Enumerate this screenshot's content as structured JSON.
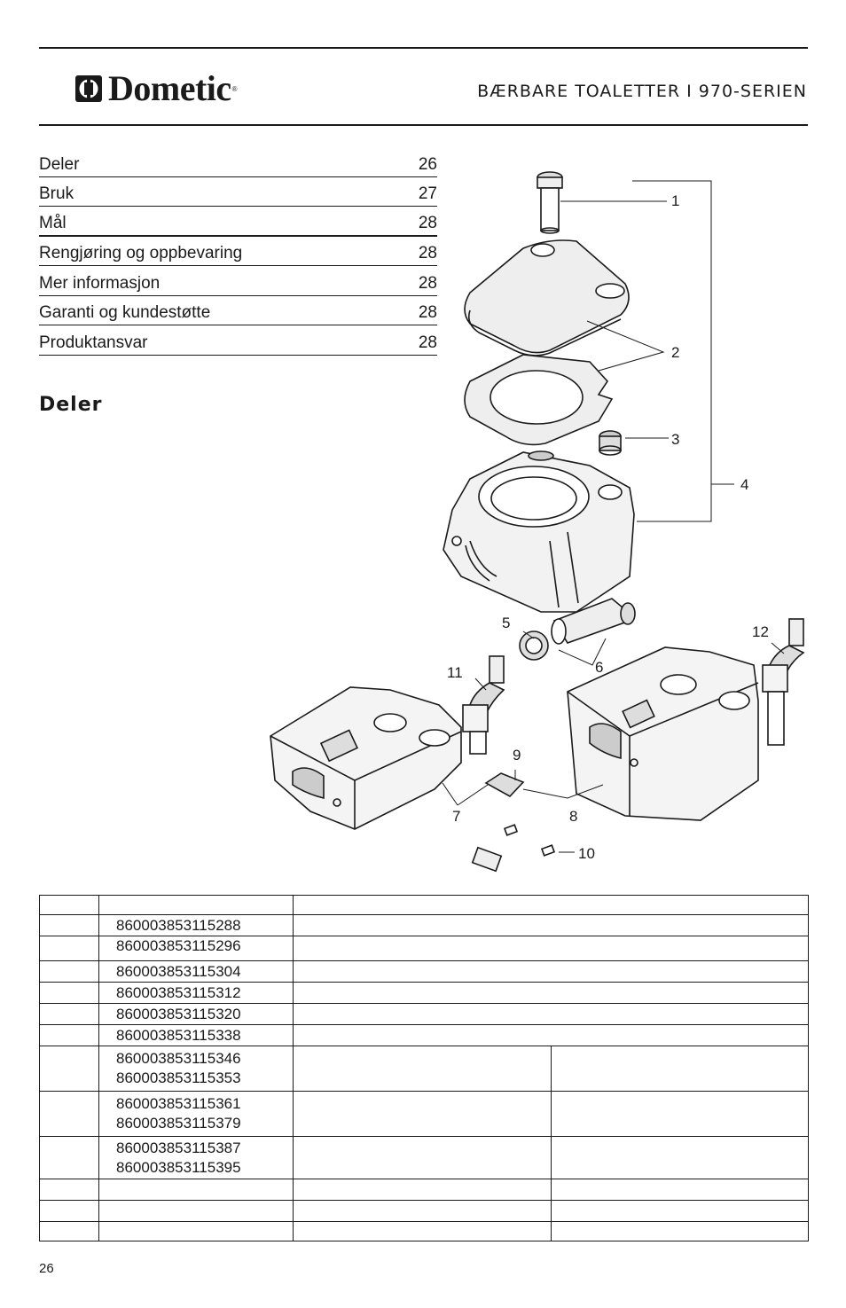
{
  "header": {
    "brand": "Dometic",
    "title": "BÆRBARE TOALETTER I 970-SERIEN"
  },
  "toc": [
    {
      "label": "Deler",
      "page": "26"
    },
    {
      "label": "Bruk",
      "page": "27"
    },
    {
      "label": "Mål",
      "page": "28"
    },
    {
      "label": "Rengjøring og oppbevaring",
      "page": "28"
    },
    {
      "label": "Mer informasjon",
      "page": "28"
    },
    {
      "label": "Garanti og kundestøtte",
      "page": "28"
    },
    {
      "label": "Produktansvar",
      "page": "28"
    }
  ],
  "section": {
    "heading": "Deler"
  },
  "diagram": {
    "callouts": [
      "1",
      "2",
      "3",
      "4",
      "5",
      "6",
      "7",
      "8",
      "9",
      "10",
      "11",
      "12"
    ]
  },
  "parts_table": {
    "rows": [
      [
        "",
        "",
        "",
        ""
      ],
      [
        "",
        "860003853115288",
        "",
        ""
      ],
      [
        "",
        "860003853115296",
        "",
        ""
      ],
      [
        "",
        "860003853115304",
        "",
        ""
      ],
      [
        "",
        "860003853115312",
        "",
        ""
      ],
      [
        "",
        "860003853115320",
        "",
        ""
      ],
      [
        "",
        "860003853115338",
        "",
        ""
      ],
      [
        "",
        "860003853115346\n860003853115353",
        "",
        ""
      ],
      [
        "",
        "860003853115361\n860003853115379",
        "",
        ""
      ],
      [
        "",
        "860003853115387\n860003853115395",
        "",
        ""
      ],
      [
        "",
        "",
        "",
        ""
      ],
      [
        "",
        "",
        "",
        ""
      ],
      [
        "",
        "",
        "",
        ""
      ]
    ]
  },
  "footer": {
    "page_number": "26"
  }
}
